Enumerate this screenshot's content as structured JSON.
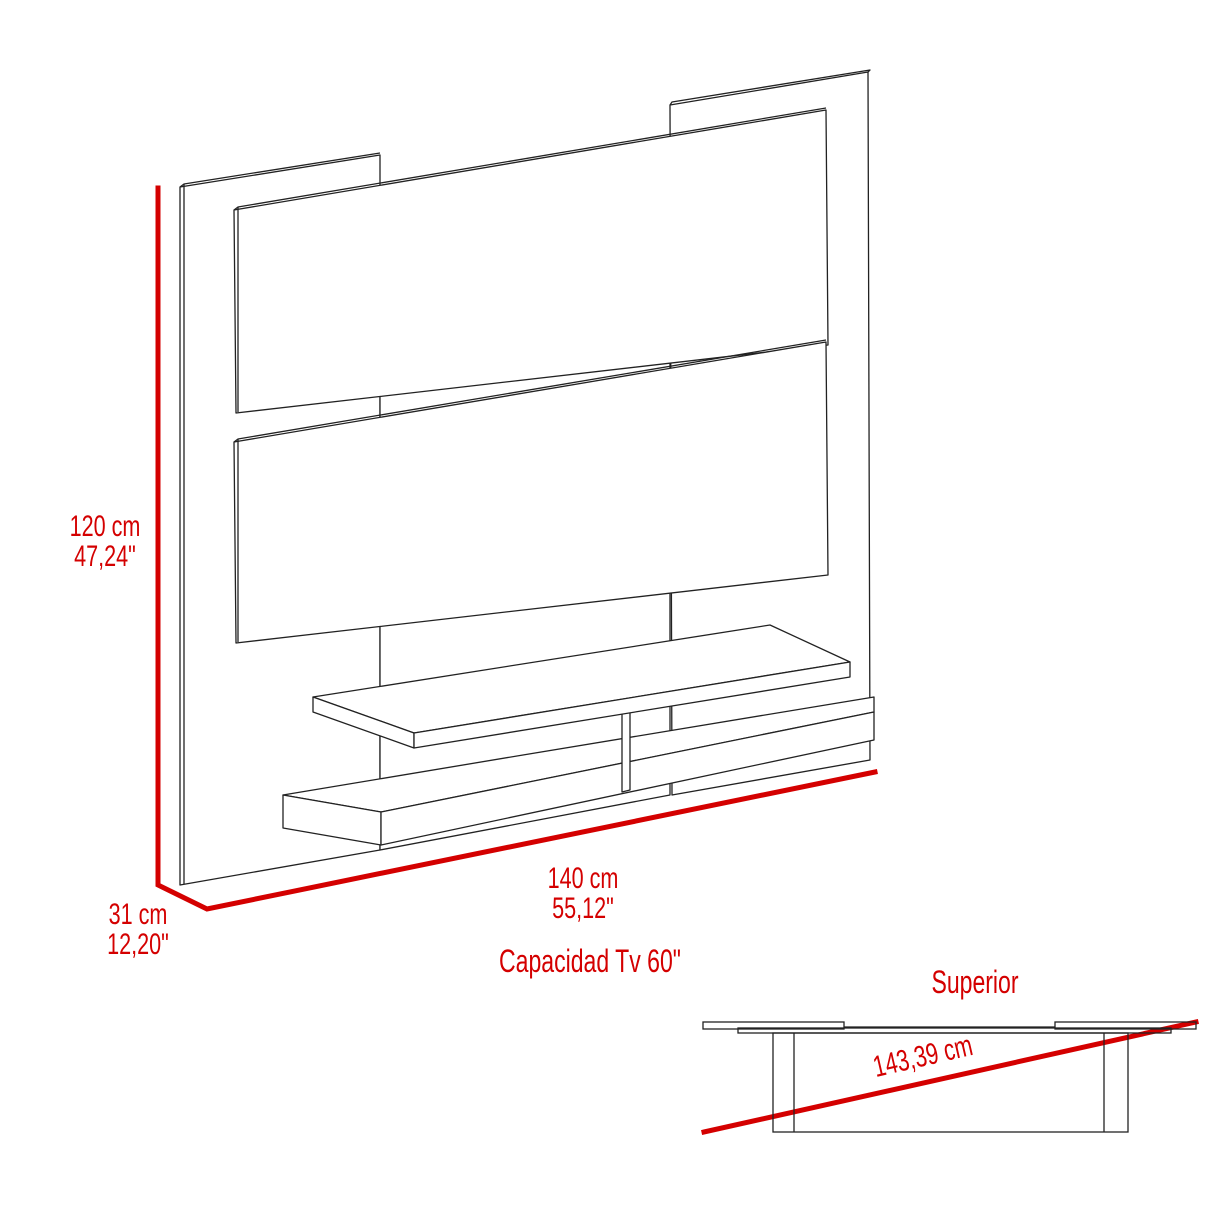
{
  "diagram": {
    "type": "furniture-dimension-drawing",
    "subject": "wall TV panel with shelves",
    "accent_color": "#d40000",
    "line_color": "#222222"
  },
  "dimensions": {
    "height": {
      "cm": "120 cm",
      "inch": "47,24\""
    },
    "width": {
      "cm": "140 cm",
      "inch": "55,12\""
    },
    "depth": {
      "cm": "31 cm",
      "inch": "12,20\""
    },
    "capacity": "Capacidad Tv 60\""
  },
  "top_view": {
    "title": "Superior",
    "diagonal": "143,39 cm"
  }
}
